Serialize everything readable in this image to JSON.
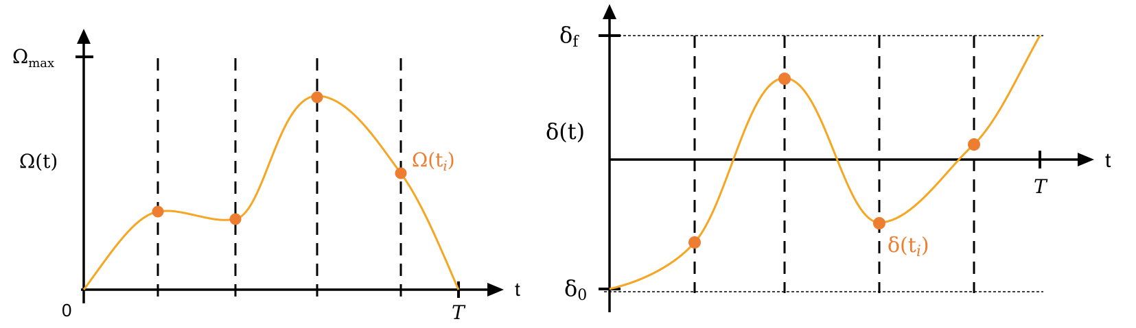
{
  "colors": {
    "curve": "#f5a623",
    "point": "#ed7d31",
    "axis": "#000000",
    "label_accent": "#ed7d31"
  },
  "left_panel": {
    "y_top_label_base": "Ω",
    "y_top_label_sub": "max",
    "y_label": "Ω(t)",
    "x_label": "t",
    "origin_label": "0",
    "end_label": "T",
    "point_label_base": "Ω(t",
    "point_label_sub": "i",
    "point_label_close": ")"
  },
  "right_panel": {
    "y_top_label_base": "δ",
    "y_top_label_sub": "f",
    "y_label": "δ(t)",
    "y_bottom_label_base": "δ",
    "y_bottom_label_sub": "0",
    "x_label": "t",
    "end_label": "T",
    "point_label_base": "δ(t",
    "point_label_sub": "i",
    "point_label_close": ")"
  }
}
